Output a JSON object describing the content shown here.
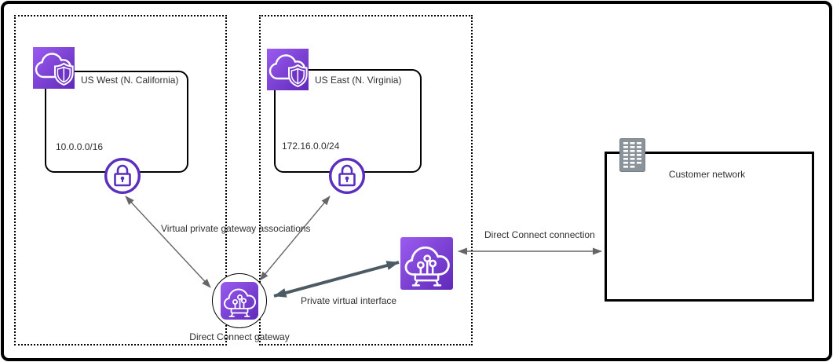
{
  "regions": [
    {
      "name": "us-west-region",
      "vpc_title": "US West (N. California)",
      "vpc_cidr": "10.0.0.0/16"
    },
    {
      "name": "us-east-region",
      "vpc_title": "US East (N. Virginia)",
      "vpc_cidr": "172.16.0.0/24"
    }
  ],
  "nodes": {
    "dx_gateway": "Direct Connect gateway",
    "customer_network": "Customer network"
  },
  "connections": {
    "vgw_associations": "Virtual private gateway associations",
    "private_vif": "Private virtual interface",
    "dx_connection": "Direct Connect connection"
  },
  "colors": {
    "aws_purple_light": "#9a5cf0",
    "aws_purple_dark": "#6029b8",
    "vgw_purple": "#5a2ebe",
    "arrow_gray": "#666666",
    "arrow_dark": "#4c5a64",
    "building_gray": "#8a9399",
    "outline_black": "#000000"
  },
  "icons": {
    "vpc": "amazon-vpc-cloud-shield",
    "vgw": "virtual-private-gateway-lock",
    "dx_gateway": "direct-connect-gateway-cloud-circuit",
    "dx": "direct-connect-cloud-circuit",
    "customer": "office-building"
  }
}
